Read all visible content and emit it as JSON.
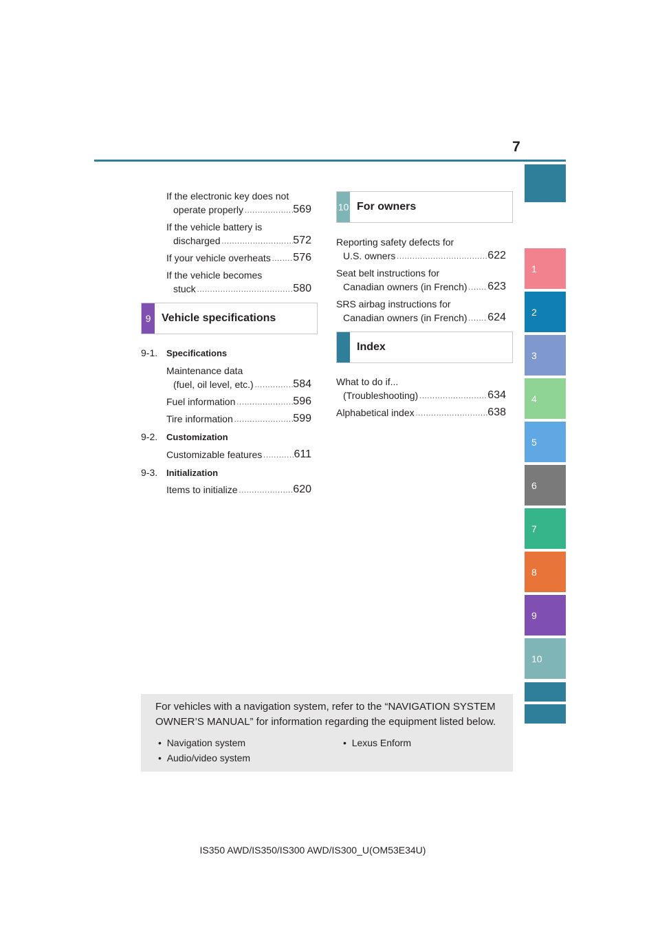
{
  "header": {
    "page_number": "7"
  },
  "side_tabs": [
    {
      "label": "",
      "color": "#2f7f9a"
    },
    {
      "label": "1",
      "color": "#f2828d"
    },
    {
      "label": "2",
      "color": "#0f7fb4"
    },
    {
      "label": "3",
      "color": "#7f99cf"
    },
    {
      "label": "4",
      "color": "#8fd494"
    },
    {
      "label": "5",
      "color": "#5fa8e4"
    },
    {
      "label": "6",
      "color": "#7a7a7a"
    },
    {
      "label": "7",
      "color": "#36b58a"
    },
    {
      "label": "8",
      "color": "#e8743a"
    },
    {
      "label": "9",
      "color": "#7f4fb2"
    },
    {
      "label": "10",
      "color": "#7fb5b7"
    },
    {
      "label": "",
      "color": "#2f7f9a"
    },
    {
      "label": "",
      "color": "#2f7f9a"
    }
  ],
  "left_column": {
    "top_entries": [
      {
        "line1": "If the electronic key does not",
        "line2": "operate properly",
        "page": "569"
      },
      {
        "line1": "If the vehicle battery is",
        "line2": "discharged",
        "page": "572"
      },
      {
        "line1": "",
        "line2": "If your vehicle overheats",
        "page": "576"
      },
      {
        "line1": "If the vehicle becomes",
        "line2": "stuck",
        "page": "580"
      }
    ],
    "section": {
      "number": "9",
      "title": "Vehicle specifications",
      "color": "#7f4fb2"
    },
    "subsections": [
      {
        "number": "9-1.",
        "title": "Specifications"
      },
      {
        "number": "9-2.",
        "title": "Customization"
      },
      {
        "number": "9-3.",
        "title": "Initialization"
      }
    ],
    "entries": [
      {
        "line1": "Maintenance data",
        "line2": "(fuel, oil level, etc.)",
        "page": "584"
      },
      {
        "text": "Fuel information",
        "page": "596"
      },
      {
        "text": "Tire information",
        "page": "599"
      },
      {
        "text": "Customizable features",
        "page": "611"
      },
      {
        "text": "Items to initialize",
        "page": "620"
      }
    ]
  },
  "right_column": {
    "section_owners": {
      "number": "10",
      "title": "For owners",
      "color": "#7fb5b7"
    },
    "owners_entries": [
      {
        "line1": "Reporting safety defects for",
        "line2": "U.S. owners",
        "page": "622"
      },
      {
        "line1": "Seat belt instructions for",
        "line2": "Canadian owners (in French)",
        "page": "623"
      },
      {
        "line1": "SRS airbag instructions for",
        "line2": "Canadian owners (in French)",
        "page": "624"
      }
    ],
    "section_index": {
      "number": "",
      "title": "Index",
      "color": "#2f7f9a"
    },
    "index_entries": [
      {
        "line1": "What to do if...",
        "line2": "(Troubleshooting)",
        "page": "634"
      },
      {
        "text": "Alphabetical index",
        "page": "638"
      }
    ]
  },
  "note": {
    "text": "For vehicles with a navigation system, refer to the “NAVIGATION SYSTEM OWNER’S MANUAL” for information regarding the equipment listed below.",
    "items": [
      "Navigation system",
      "Audio/video system",
      "Lexus Enform"
    ],
    "bullet": "•"
  },
  "footer": {
    "text": "IS350 AWD/IS350/IS300 AWD/IS300_U(OM53E34U)"
  }
}
